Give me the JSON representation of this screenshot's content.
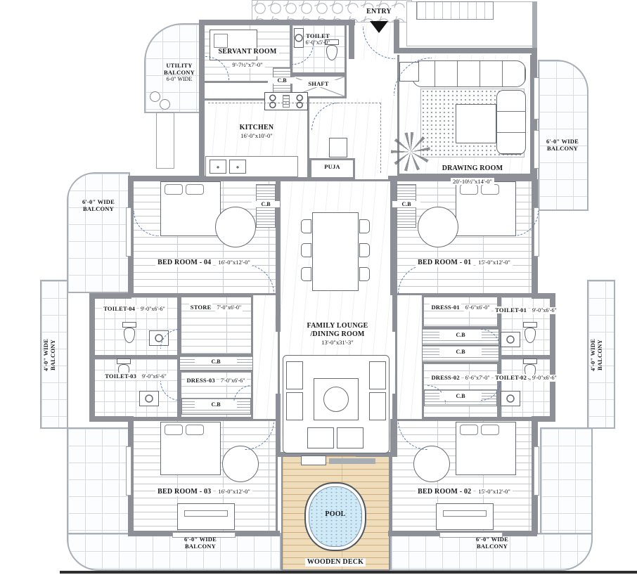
{
  "plan": {
    "entry": {
      "label": "ENTRY"
    },
    "rooms": {
      "toilet_top": {
        "name": "TOILET",
        "dims": "6'-0\"x5'-0\""
      },
      "servant_room": {
        "name": "SERVANT ROOM",
        "dims": "9'-7½\"x7'-0\""
      },
      "shaft": {
        "name": "SHAFT"
      },
      "kitchen": {
        "name": "KITCHEN",
        "dims": "16'-0\"x10'-0\""
      },
      "puja": {
        "name": "PUJA"
      },
      "drawing_room": {
        "name": "DRAWING ROOM",
        "dims": "20'-10½\"x14'-0\""
      },
      "family_lounge": {
        "name_line1": "FAMILY LOUNGE",
        "name_line2": "/DINING ROOM",
        "dims": "13'-0\"x31'-3\""
      },
      "bed_room_04": {
        "name": "BED ROOM - 04",
        "dims": "16'-0\"x12'-0\""
      },
      "bed_room_01": {
        "name": "BED ROOM - 01",
        "dims": "15'-0\"x12'-0\""
      },
      "bed_room_03": {
        "name": "BED ROOM - 03",
        "dims": "16'-0\"x12'-0\""
      },
      "bed_room_02": {
        "name": "BED ROOM - 02",
        "dims": "15'-0\"x12'-0\""
      },
      "toilet_04": {
        "name": "TOILET-04",
        "dims": "9'-0\"x6'-6\""
      },
      "toilet_03": {
        "name": "TOILET-03",
        "dims": "9'-0\"x6'-6\""
      },
      "toilet_01": {
        "name": "TOILET-01",
        "dims": "9'-0\"x6'-6\""
      },
      "toilet_02": {
        "name": "TOILET-02",
        "dims": "9'-0\"x6'-6\""
      },
      "store": {
        "name": "STORE",
        "dims": "7'-0\"x6'-0\""
      },
      "dress_01": {
        "name": "DRESS-01",
        "dims": "6'-6\"x6'-0\""
      },
      "dress_02": {
        "name": "DRESS-02",
        "dims": "6'-6\"x7'-0\""
      },
      "dress_03": {
        "name": "DRESS-03",
        "dims": "7'-0\"x6'-6\""
      },
      "pool": {
        "name": "POOL"
      },
      "wooden_deck": {
        "name": "WOODEN DECK"
      }
    },
    "balconies": {
      "utility": {
        "line1": "UTILITY",
        "line2": "BALCONY",
        "line3": "6-0\" WIDE"
      },
      "left_6": {
        "line1": "6'-0\" WIDE",
        "line2": "BALCONY"
      },
      "right_6_top": {
        "line1": "6'-0\" WIDE",
        "line2": "BALCONY"
      },
      "bottom_left_6": {
        "line1": "6'-0\" WIDE",
        "line2": "BALCONY"
      },
      "bottom_right_6": {
        "line1": "6'-0\" WIDE",
        "line2": "BALCONY"
      },
      "left_4": {
        "line1": "4'-0\" WIDE",
        "line2": "BALCONY"
      },
      "right_4": {
        "line1": "4'-0\" WIDE",
        "line2": "BALCONY"
      }
    },
    "cupboard_label": "C.B"
  },
  "colors": {
    "wall": "#8d9197",
    "tile_line": "#d6dbe0",
    "plank_line": "#c6cacf",
    "deck_fill": "#eedcba",
    "deck_line": "#b98a4e",
    "pool_fill": "#cfe9f6",
    "door_arc": "#5b79ad",
    "text": "#17181a"
  }
}
